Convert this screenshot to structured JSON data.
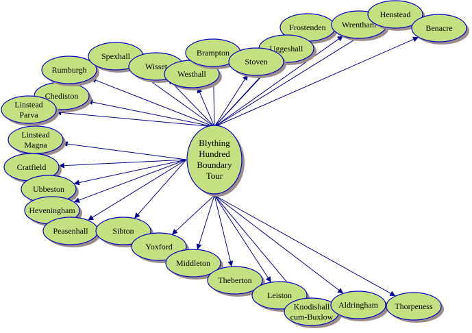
{
  "colors": {
    "fill": "#c4e081",
    "stroke": "#0000c8",
    "shadow": "#9c8c8c",
    "edge": "#000090"
  },
  "center": {
    "id": "blything",
    "lines": [
      "Blything",
      "Hundred",
      "Boundary",
      "Tour"
    ]
  },
  "nodes": [
    {
      "id": "linstead-magna",
      "lines": [
        "Linstead",
        "Magna"
      ],
      "port": "left"
    },
    {
      "id": "cratfield",
      "lines": [
        "Cratfield"
      ],
      "port": "left"
    },
    {
      "id": "ubbeston",
      "lines": [
        "Ubbeston"
      ],
      "port": "left"
    },
    {
      "id": "heveningham",
      "lines": [
        "Heveningham"
      ],
      "port": "left"
    },
    {
      "id": "peasenhall",
      "lines": [
        "Peasenhall"
      ],
      "port": "left"
    },
    {
      "id": "sibton",
      "lines": [
        "Sibton"
      ],
      "port": "left"
    },
    {
      "id": "chediston",
      "lines": [
        "Chediston"
      ],
      "port": "top"
    },
    {
      "id": "linstead-parva",
      "lines": [
        "Linstead",
        "Parva"
      ],
      "port": "top"
    },
    {
      "id": "rumburgh",
      "lines": [
        "Rumburgh"
      ],
      "port": "top"
    },
    {
      "id": "spexhall",
      "lines": [
        "Spexhall"
      ],
      "port": "top"
    },
    {
      "id": "wisset",
      "lines": [
        "Wisset"
      ],
      "port": "top"
    },
    {
      "id": "westhall",
      "lines": [
        "Westhall"
      ],
      "port": "top"
    },
    {
      "id": "brampton",
      "lines": [
        "Brampton"
      ],
      "port": "top"
    },
    {
      "id": "frostenden",
      "lines": [
        "Frostenden"
      ],
      "port": "top"
    },
    {
      "id": "uggeshall",
      "lines": [
        "Uggeshall"
      ],
      "port": "top"
    },
    {
      "id": "stoven",
      "lines": [
        "Stoven"
      ],
      "port": "top"
    },
    {
      "id": "wrentham",
      "lines": [
        "Wrentham"
      ],
      "port": "top"
    },
    {
      "id": "henstead",
      "lines": [
        "Henstead"
      ],
      "port": "top"
    },
    {
      "id": "benacre",
      "lines": [
        "Benacre"
      ],
      "port": "top"
    },
    {
      "id": "yoxford",
      "lines": [
        "Yoxford"
      ],
      "port": "bottom"
    },
    {
      "id": "middleton",
      "lines": [
        "Middleton"
      ],
      "port": "bottom"
    },
    {
      "id": "theberton",
      "lines": [
        "Theberton"
      ],
      "port": "bottom"
    },
    {
      "id": "leiston",
      "lines": [
        "Leiston"
      ],
      "port": "bottom"
    },
    {
      "id": "knodishall",
      "lines": [
        "Knodishall",
        "cum-Buxlow"
      ],
      "port": "bottom"
    },
    {
      "id": "aldringham",
      "lines": [
        "Aldringham"
      ],
      "port": "bottom"
    },
    {
      "id": "thorpeness",
      "lines": [
        "Thorpeness"
      ],
      "port": "bottom"
    }
  ]
}
